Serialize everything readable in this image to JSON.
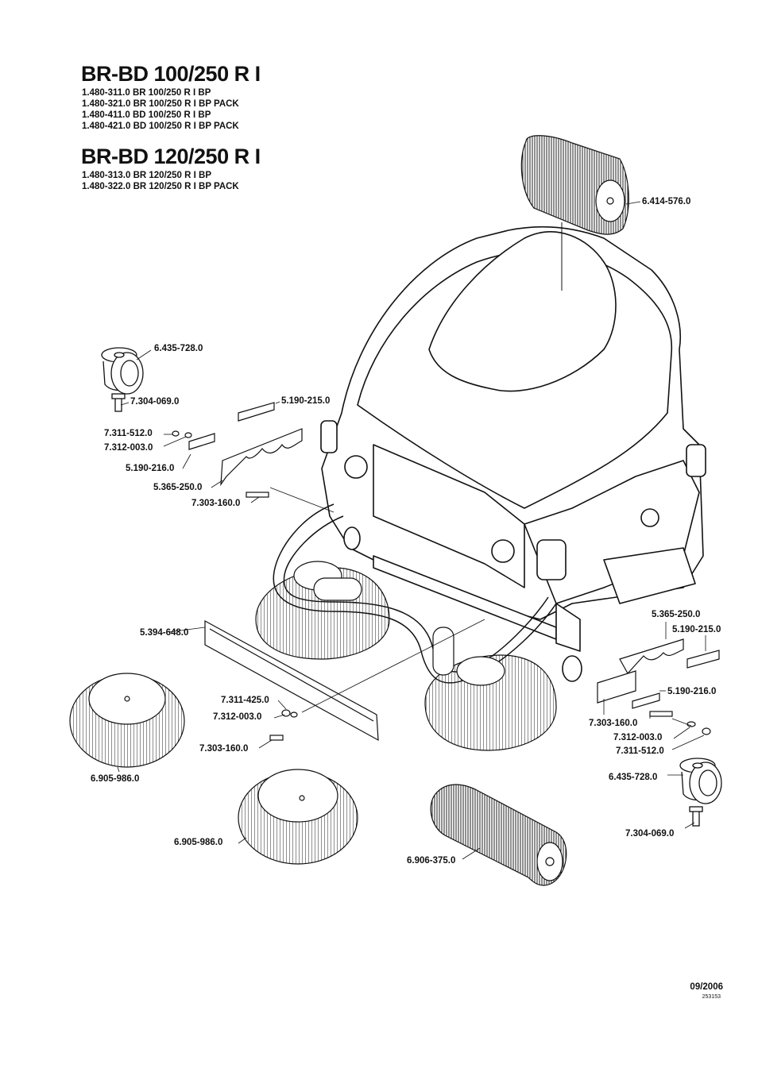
{
  "header": {
    "title_1": "BR-BD 100/250 R I",
    "models_1": [
      "1.480-311.0 BR 100/250 R I BP",
      "1.480-321.0 BR 100/250 R I BP PACK",
      "1.480-411.0 BD 100/250 R I BP",
      "1.480-421.0 BD 100/250 R I BP PACK"
    ],
    "title_2": "BR-BD 120/250 R I",
    "models_2": [
      "1.480-313.0 BR 120/250 R I BP",
      "1.480-322.0 BR 120/250 R I BP PACK"
    ]
  },
  "part_labels": [
    "6.414-576.0",
    "6.435-728.0",
    "7.304-069.0",
    "5.190-215.0",
    "7.311-512.0",
    "7.312-003.0",
    "5.190-216.0",
    "5.365-250.0",
    "7.303-160.0",
    "5.365-250.0",
    "5.190-215.0",
    "5.394-648.0",
    "5.190-216.0",
    "7.311-425.0",
    "7.312-003.0",
    "7.303-160.0",
    "7.303-160.0",
    "7.312-003.0",
    "7.311-512.0",
    "6.905-986.0",
    "6.435-728.0",
    "6.905-986.0",
    "7.304-069.0",
    "6.906-375.0"
  ],
  "footer": {
    "date": "09/2006",
    "doc_number": "253153"
  }
}
